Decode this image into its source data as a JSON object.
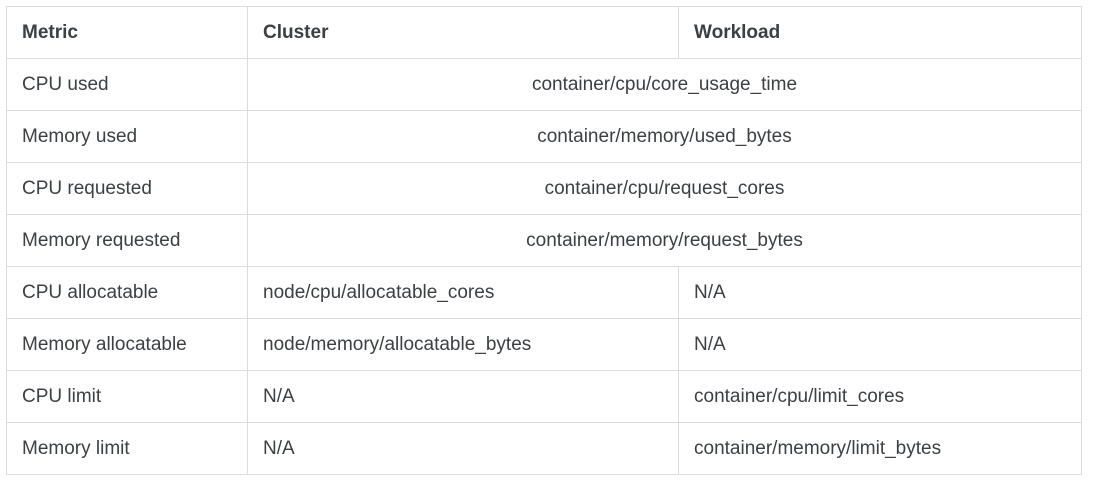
{
  "table": {
    "columns": [
      {
        "key": "metric",
        "label": "Metric"
      },
      {
        "key": "cluster",
        "label": "Cluster"
      },
      {
        "key": "workload",
        "label": "Workload"
      }
    ],
    "rows": [
      {
        "metric": "CPU used",
        "merged": true,
        "merged_value": "container/cpu/core_usage_time",
        "cluster": "container/cpu/core_usage_time",
        "workload": "container/cpu/core_usage_time"
      },
      {
        "metric": "Memory used",
        "merged": true,
        "merged_value": "container/memory/used_bytes",
        "cluster": "container/memory/used_bytes",
        "workload": "container/memory/used_bytes"
      },
      {
        "metric": "CPU requested",
        "merged": true,
        "merged_value": "container/cpu/request_cores",
        "cluster": "container/cpu/request_cores",
        "workload": "container/cpu/request_cores"
      },
      {
        "metric": "Memory requested",
        "merged": true,
        "merged_value": "container/memory/request_bytes",
        "cluster": "container/memory/request_bytes",
        "workload": "container/memory/request_bytes"
      },
      {
        "metric": "CPU allocatable",
        "merged": false,
        "cluster": "node/cpu/allocatable_cores",
        "workload": "N/A"
      },
      {
        "metric": "Memory allocatable",
        "merged": false,
        "cluster": "node/memory/allocatable_bytes",
        "workload": "N/A"
      },
      {
        "metric": "CPU limit",
        "merged": false,
        "cluster": "N/A",
        "workload": "container/cpu/limit_cores"
      },
      {
        "metric": "Memory limit",
        "merged": false,
        "cluster": "N/A",
        "workload": "container/memory/limit_bytes"
      }
    ]
  },
  "colors": {
    "border": "#dadce0",
    "text": "#3c4043",
    "background": "#ffffff"
  }
}
